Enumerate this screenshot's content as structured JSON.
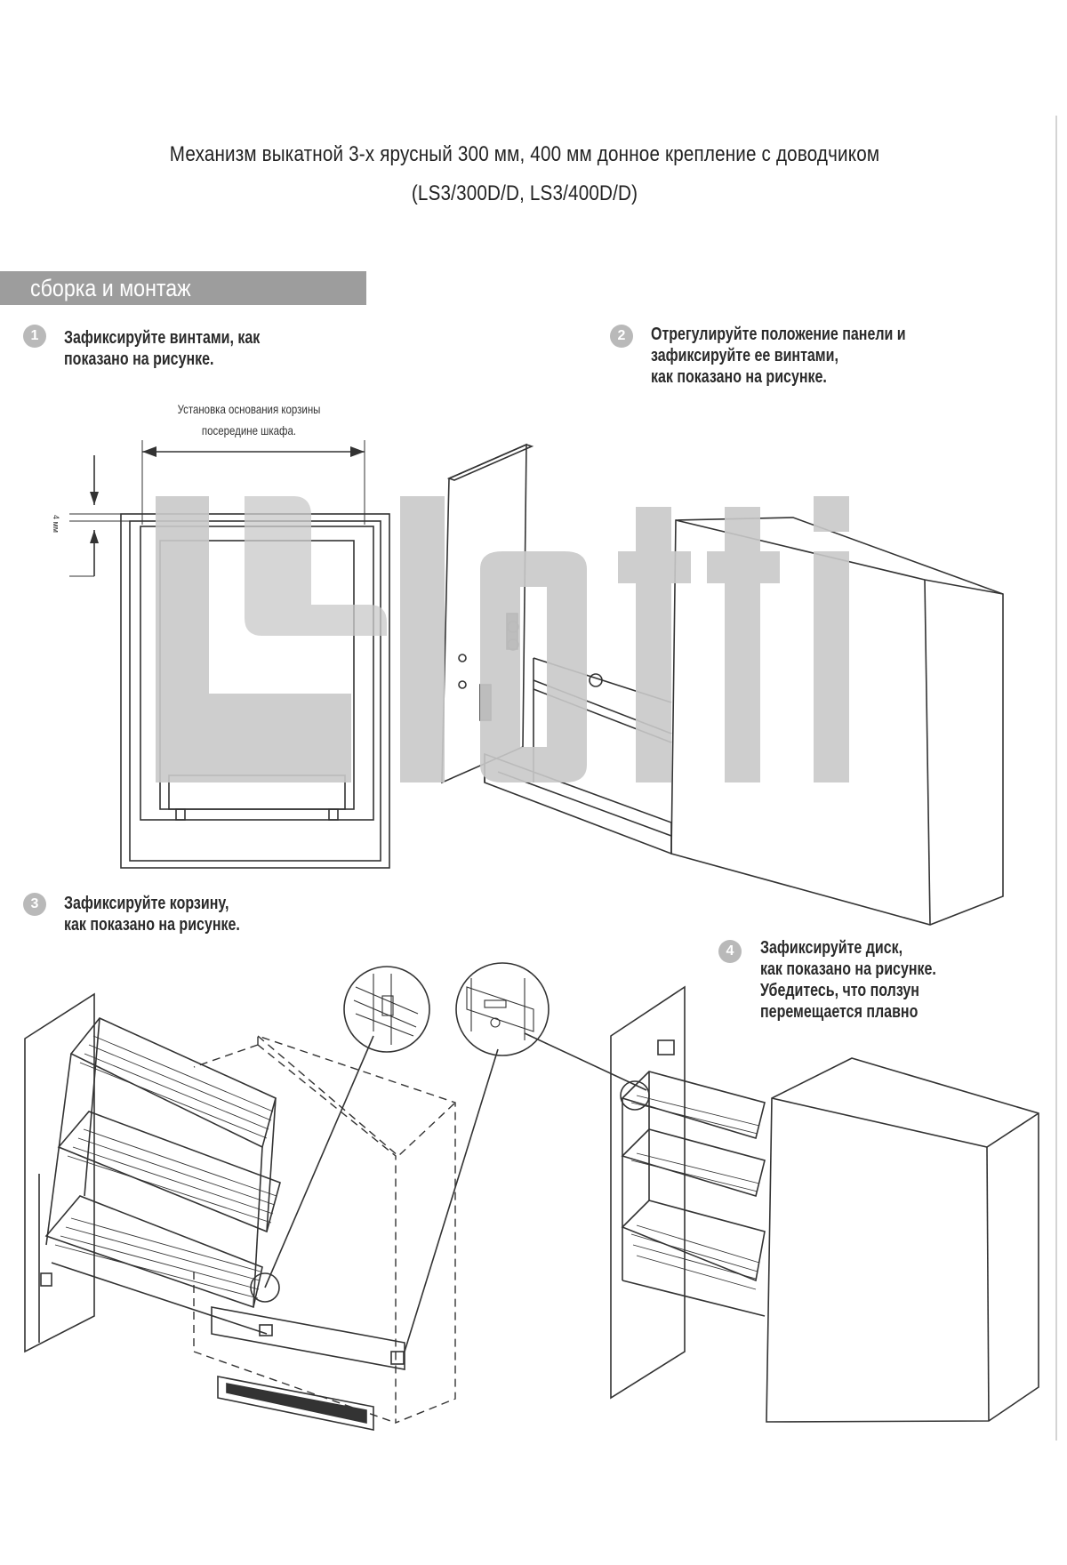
{
  "header": {
    "title_line1": "Механизм выкатной 3-х ярусный 300 мм, 400 мм донное крепление с доводчиком",
    "title_line2": "(LS3/300D/D,  LS3/400D/D)"
  },
  "section": {
    "label": "сборка и монтаж"
  },
  "steps": [
    {
      "number": "1",
      "lines": [
        "Зафиксируйте винтами, как",
        "показано на рисунке."
      ]
    },
    {
      "number": "2",
      "lines": [
        "Отрегулируйте положение панели и",
        "зафиксируйте ее винтами,",
        "как показано на рисунке."
      ]
    },
    {
      "number": "3",
      "lines": [
        "Зафиксируйте корзину,",
        "как показано на рисунке."
      ]
    },
    {
      "number": "4",
      "lines": [
        "Зафиксируйте диск,",
        "как показано на рисунке.",
        "Убедитесь, что ползун",
        "перемещается плавно"
      ]
    }
  ],
  "figure1": {
    "note_line1": "Установка основания корзины",
    "note_line2": "посередине шкафа.",
    "dimension": "4 мм"
  },
  "watermark": {
    "brand": "Lotti",
    "color": "#c9c9c9"
  },
  "colors": {
    "section_bar": "#9d9d9d",
    "step_badge": "#b9b9b9",
    "line_art": "#333333"
  }
}
